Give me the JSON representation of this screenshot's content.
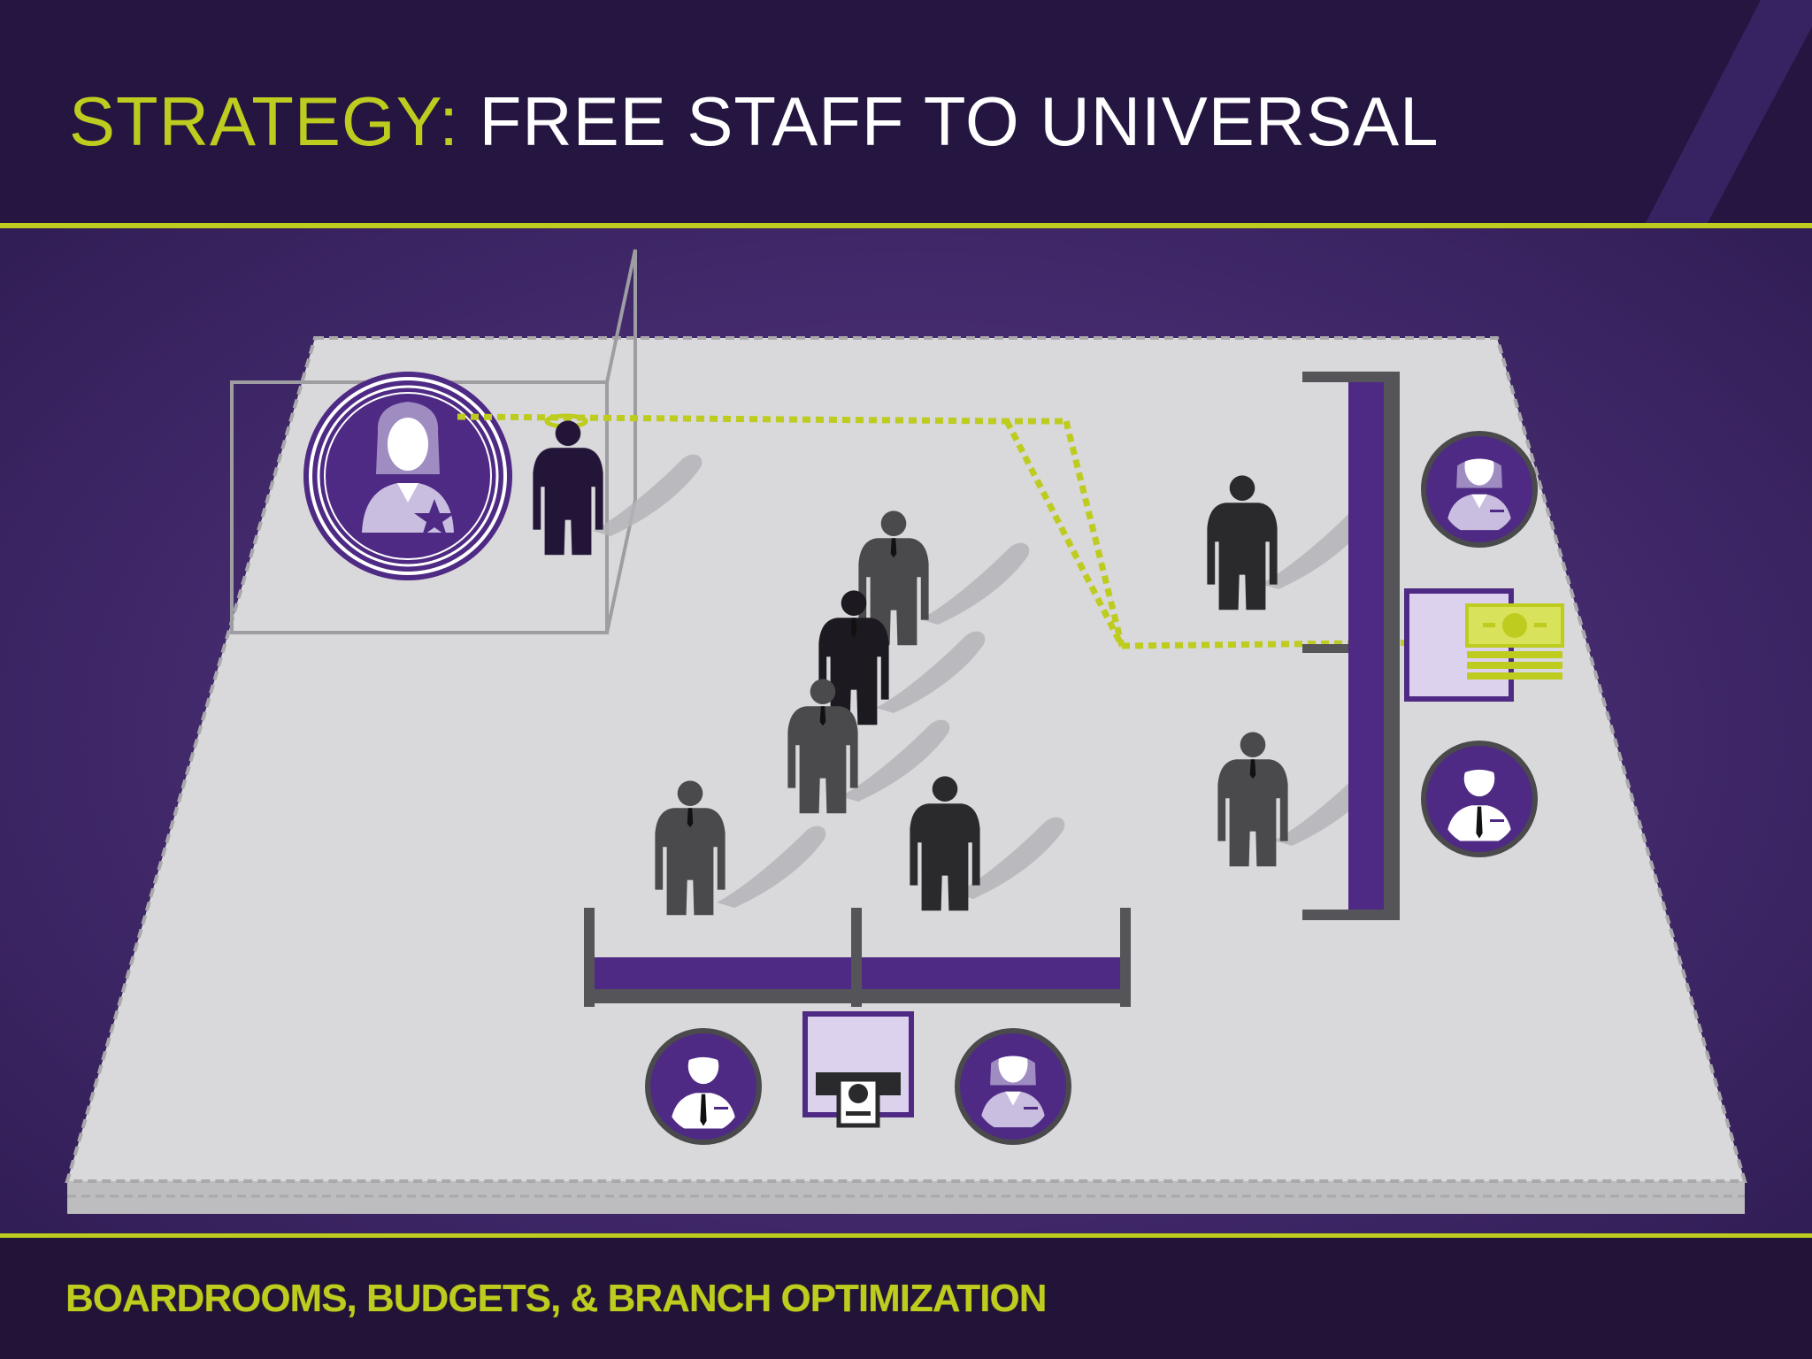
{
  "slide": {
    "title_accent": "STRATEGY:",
    "title_main": "FREE STAFF TO UNIVERSAL",
    "footer": "BOARDROOMS, BUDGETS, & BRANCH OPTIMIZATION"
  },
  "colors": {
    "header_bg": "#241640",
    "body_bg": "#3b2566",
    "accent_lime": "#bdcc1e",
    "floor": "#d9d8da",
    "brand_purple": "#4e2a84",
    "light_purple": "#ddd2ee",
    "figure_dark": "#2a2a2c",
    "figure_gray": "#4a4a4c",
    "figure_navy": "#221537"
  },
  "icons": [
    "featured-staff-medallion-icon",
    "female-staff-icon",
    "male-staff-icon",
    "cash-bills-icon",
    "atm-machine-icon",
    "customer-figure-icon"
  ]
}
